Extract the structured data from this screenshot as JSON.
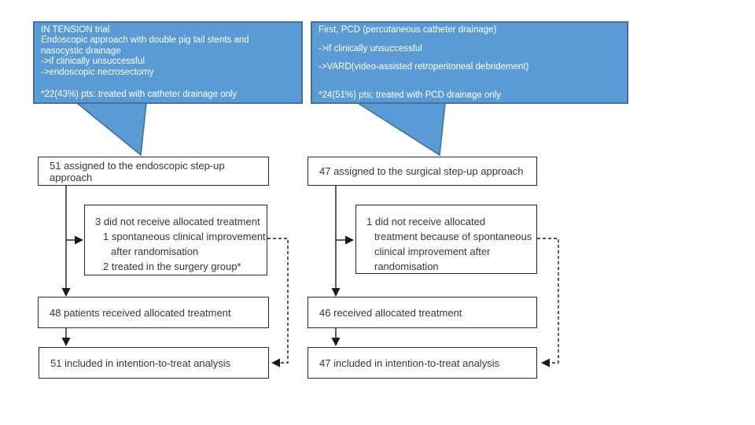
{
  "colors": {
    "callout_fill": "#5b9bd5",
    "callout_border": "#41719c",
    "box_border": "#2b2b2b",
    "box_text": "#33363f",
    "connector": "#1a1a1a"
  },
  "callouts": {
    "left": {
      "lines": [
        "IN TENSION trial",
        "Endoscopic approach with double pig tail stents and",
        "nasocystic drainage",
        "->if clinically unsuccessful",
        "->endoscopic necrosectomy"
      ],
      "footnote": "*22(43%) pts: treated with catheter drainage only"
    },
    "right": {
      "lines": [
        "First, PCD (percutaneous catheter drainage)",
        "->if clinically unsuccessful",
        "->VARD(video-assisted retroperitoneal debridement)"
      ],
      "footnote": "*24(51%) pts; treated with PCD drainage only"
    }
  },
  "flow": {
    "left": {
      "assigned": "51 assigned to the endoscopic step-up approach",
      "not_received_lines": [
        "3 did not receive allocated treatment",
        "1 spontaneous clinical improvement",
        "after randomisation",
        "2 treated in the surgery group*"
      ],
      "received": "48 patients received allocated treatment",
      "itt": "51 included in intention-to-treat analysis"
    },
    "right": {
      "assigned": "47 assigned to the surgical step-up approach",
      "not_received_lines": [
        "1 did not receive allocated",
        "treatment because of spontaneous",
        "clinical improvement after",
        "randomisation"
      ],
      "received": "46 received allocated treatment",
      "itt": "47 included in intention-to-treat analysis"
    }
  }
}
